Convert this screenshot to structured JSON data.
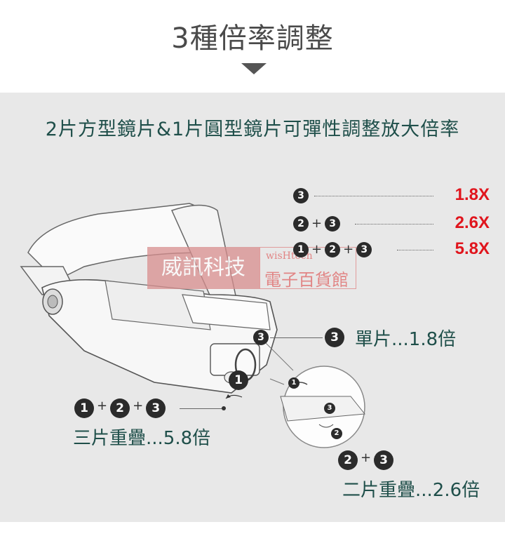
{
  "header": {
    "title": "3種倍率調整"
  },
  "subtitle": "2片方型鏡片&1片圓型鏡片可彈性調整放大倍率",
  "magnifications": [
    {
      "lenses": [
        "3"
      ],
      "value": "1.8X"
    },
    {
      "lenses": [
        "2",
        "3"
      ],
      "value": "2.6X"
    },
    {
      "lenses": [
        "1",
        "2",
        "3"
      ],
      "value": "5.8X"
    }
  ],
  "callouts": {
    "single": {
      "badge": "3",
      "text": "單片...1.8倍"
    },
    "triple": {
      "text": "三片重疊...5.8倍"
    },
    "double": {
      "text": "二片重疊...2.6倍"
    }
  },
  "labels": {
    "plus": "+",
    "one": "1",
    "two": "2",
    "three": "3"
  },
  "watermark": {
    "left": "威訊科技",
    "brand": "wisHtech",
    "store": "電子百貨館"
  },
  "colors": {
    "teal": "#1f4f4a",
    "red": "#e0151d",
    "badge": "#2b2b2b",
    "panel": "#e8e8e8"
  }
}
